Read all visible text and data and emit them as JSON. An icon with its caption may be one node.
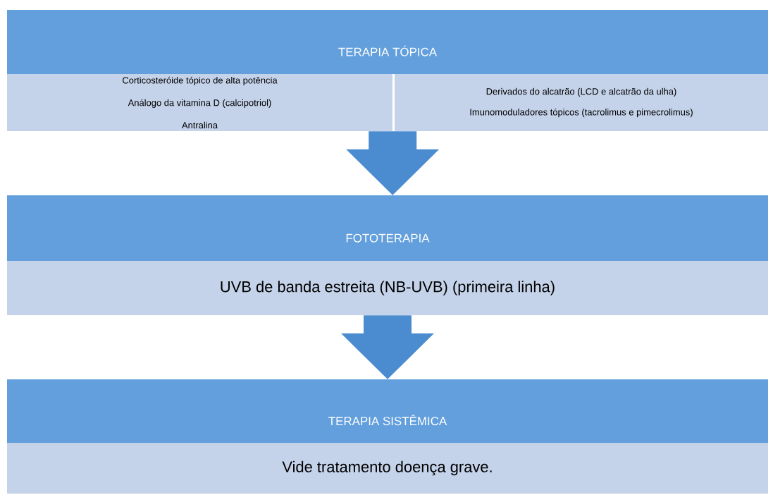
{
  "diagram": {
    "nodes": [
      {
        "text": [
          "TERAPIA TÓPICA"
        ]
      },
      {
        "text": [
          "Corticosteróide tópico de alta potência",
          "Análogo da vitamina D (calcipotriol)",
          "Antralina"
        ]
      },
      {
        "text": [
          "Derivados do alcatrão (LCD e alcatrão da ulha)",
          "Imunomoduladores  tópicos (tacrolimus e pimecrolimus)"
        ]
      },
      {
        "text": [
          "FOTOTERAPIA"
        ]
      },
      {
        "text": [
          "UVB de banda estreita (NB-UVB) (primeira linha)"
        ]
      },
      {
        "text": [
          "TERAPIA SISTÊMICA"
        ]
      },
      {
        "text": [
          "Vide tratamento doença grave."
        ]
      }
    ],
    "edges": [
      {
        "from": 1,
        "to": 3,
        "arrow": "to"
      },
      {
        "from": 4,
        "to": 5,
        "arrow": "to"
      }
    ]
  }
}
